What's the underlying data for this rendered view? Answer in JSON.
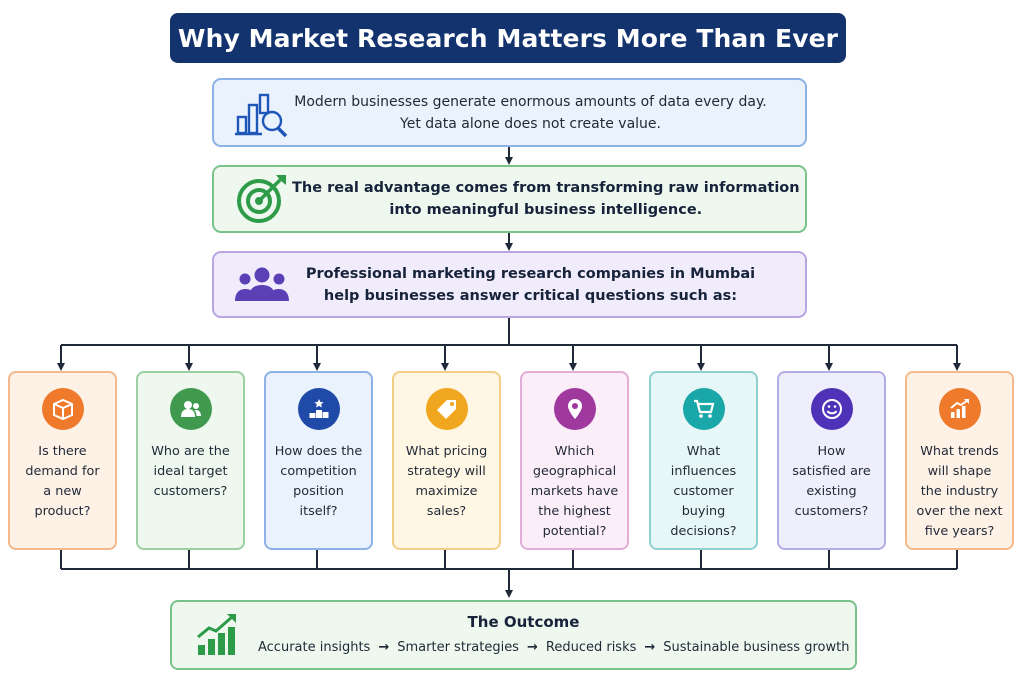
{
  "title": "Why Market Research Matters More Than Ever",
  "stages": [
    {
      "lines": [
        "Modern businesses generate enormous amounts of data every day.",
        "Yet data alone does not create value."
      ],
      "icon": "chart-magnifier-icon",
      "color": "#1f57b8"
    },
    {
      "lines": [
        "The real advantage comes from transforming raw information",
        "into meaningful business intelligence."
      ],
      "icon": "target-arrow-icon",
      "color": "#2e9b48"
    },
    {
      "lines": [
        "Professional marketing research companies in Mumbai",
        "help businesses answer critical questions such as:"
      ],
      "icon": "team-icon",
      "color": "#5b3fb5"
    }
  ],
  "questions": [
    {
      "lines": [
        "Is there",
        "demand for",
        "a new",
        "product?"
      ],
      "icon": "box-icon",
      "accent": "#f07a2b"
    },
    {
      "lines": [
        "Who are the",
        "ideal target",
        "customers?"
      ],
      "icon": "users-icon",
      "accent": "#3f9a4f"
    },
    {
      "lines": [
        "How does the",
        "competition",
        "position",
        "itself?"
      ],
      "icon": "podium-icon",
      "accent": "#1f4aa8"
    },
    {
      "lines": [
        "What pricing",
        "strategy will",
        "maximize",
        "sales?"
      ],
      "icon": "price-tag-icon",
      "accent": "#f1a61f"
    },
    {
      "lines": [
        "Which",
        "geographical",
        "markets have",
        "the highest",
        "potential?"
      ],
      "icon": "map-pin-icon",
      "accent": "#a0399e"
    },
    {
      "lines": [
        "What",
        "influences",
        "customer",
        "buying",
        "decisions?"
      ],
      "icon": "shopping-cart-icon",
      "accent": "#1aa7a8"
    },
    {
      "lines": [
        "How",
        "satisfied are",
        "existing",
        "customers?"
      ],
      "icon": "smiley-icon",
      "accent": "#4e33b8"
    },
    {
      "lines": [
        "What trends",
        "will shape",
        "the industry",
        "over the next",
        "five years?"
      ],
      "icon": "trend-chart-icon",
      "accent": "#f07a2b"
    }
  ],
  "outcome": {
    "title": "The Outcome",
    "steps": [
      "Accurate insights",
      "Smarter strategies",
      "Reduced risks",
      "Sustainable business growth"
    ],
    "arrow": "→",
    "icon": "growth-chart-icon"
  }
}
